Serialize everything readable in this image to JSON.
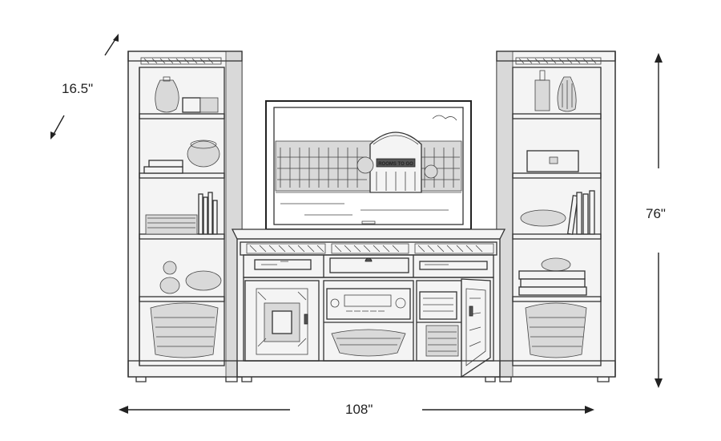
{
  "dimensions": {
    "depth_label": "16.5\"",
    "height_label": "76\"",
    "width_label": "108\""
  },
  "tv": {
    "sign_text": "ROOMS TO GO"
  },
  "colors": {
    "line": "#333333",
    "background": "#ffffff"
  }
}
